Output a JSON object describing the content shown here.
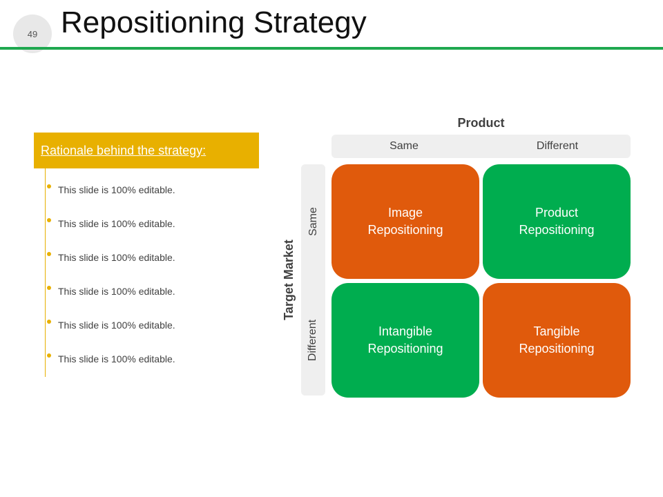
{
  "slide": {
    "page_number": "49",
    "title": "Repositioning Strategy"
  },
  "rationale": {
    "heading": "Rationale behind the strategy:",
    "bullets": [
      "This slide is 100% editable.",
      "This slide is 100% editable.",
      "This slide is 100% editable.",
      "This slide is 100% editable.",
      "This slide is 100% editable.",
      "This slide is 100% editable."
    ]
  },
  "matrix": {
    "x_axis_title": "Product",
    "y_axis_title": "Target Market",
    "columns": [
      "Same",
      "Different"
    ],
    "rows": [
      "Same",
      "Different"
    ],
    "cells": [
      {
        "label": "Image Repositioning",
        "color": "#e05a0c"
      },
      {
        "label": "Product Repositioning",
        "color": "#00ad4f"
      },
      {
        "label": "Intangible Repositioning",
        "color": "#00ad4f"
      },
      {
        "label": "Tangible Repositioning",
        "color": "#e05a0c"
      }
    ]
  },
  "colors": {
    "accent_green": "#1fa84f",
    "accent_yellow": "#e8b000",
    "orange": "#e05a0c",
    "green": "#00ad4f"
  }
}
